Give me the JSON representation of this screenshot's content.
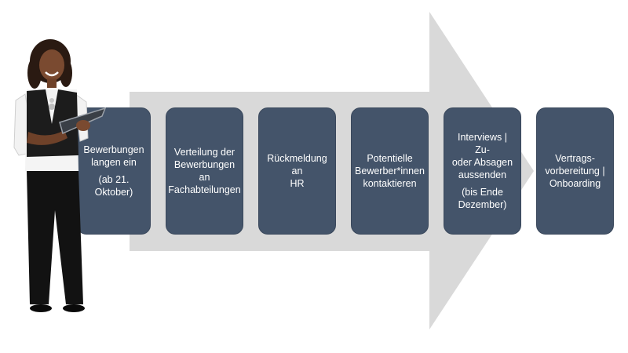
{
  "colors": {
    "arrow": "#d9d9d9",
    "box_fill": "#44546a",
    "box_text": "#ffffff"
  },
  "steps": [
    {
      "lines": [
        "Bewerbungen",
        "langen ein"
      ],
      "note": [
        "(ab 21. Oktober)"
      ]
    },
    {
      "lines": [
        "Verteilung der",
        "Bewerbungen an",
        "Fachabteilungen"
      ],
      "note": []
    },
    {
      "lines": [
        "Rückmeldung an",
        "HR"
      ],
      "note": []
    },
    {
      "lines": [
        "Potentielle",
        "Bewerber*innen",
        "kontaktieren"
      ],
      "note": []
    },
    {
      "lines": [
        "Interviews | Zu-",
        "oder Absagen",
        "aussenden"
      ],
      "note": [
        "(bis Ende",
        "Dezember)"
      ]
    },
    {
      "lines": [
        "Vertrags-",
        "vorbereitung |",
        "Onboarding"
      ],
      "note": []
    }
  ],
  "illustration": {
    "icon": "person-with-tablet-icon"
  }
}
